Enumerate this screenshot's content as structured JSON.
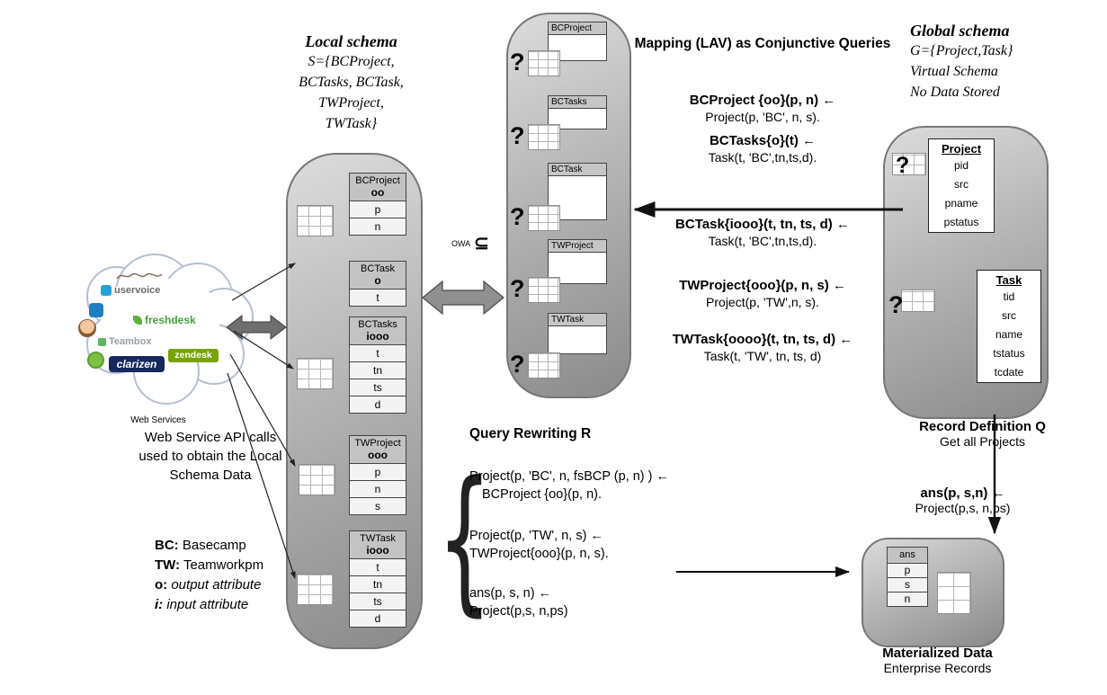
{
  "colors": {
    "panel_light": "#dcdcdc",
    "panel_dark": "#8a8a8a",
    "uservoice_blue": "#22a2dd",
    "freshdesk_green": "#45a041",
    "teambox_gray": "#9aa0a6",
    "clarizen_navy": "#16295c",
    "zendesk_green": "#78a300"
  },
  "cloud": {
    "caption": "Web Services",
    "logos": {
      "uservoice": "uservoice",
      "freshdesk": "freshdesk",
      "teambox": "Teambox",
      "clarizen": "clarizen",
      "zendesk": "zendesk"
    }
  },
  "left_panel": {
    "api_text": "Web Service API calls used to obtain the Local Schema Data",
    "legend": [
      {
        "term": "BC:",
        "desc": "Basecamp"
      },
      {
        "term": "TW:",
        "desc": "Teamworkpm"
      },
      {
        "term": "o:",
        "desc": "output attribute"
      },
      {
        "term": "i:",
        "desc": "input attribute"
      }
    ]
  },
  "local_schema": {
    "title": "Local schema",
    "subtitle_lines": [
      "S={BCProject,",
      "BCTasks, BCTask,",
      "TWProject,",
      "TWTask}"
    ],
    "tables": [
      {
        "name": "BCProject",
        "attrs": "oo",
        "rows": [
          "p",
          "n"
        ]
      },
      {
        "name": "BCTask",
        "attrs": "o",
        "rows": [
          "t"
        ]
      },
      {
        "name": "BCTasks",
        "attrs": "iooo",
        "rows": [
          "t",
          "tn",
          "ts",
          "d"
        ]
      },
      {
        "name": "TWProject",
        "attrs": "ooo",
        "rows": [
          "p",
          "n",
          "s"
        ]
      },
      {
        "name": "TWTask",
        "attrs": "iooo",
        "rows": [
          "t",
          "tn",
          "ts",
          "d"
        ]
      }
    ]
  },
  "owa": {
    "label": "OWA",
    "symbol": "⊆"
  },
  "middle_panel": {
    "qmark": "?",
    "tables": [
      "BCProject",
      "BCTasks",
      "BCTask",
      "TWProject",
      "TWTask"
    ]
  },
  "mapping": {
    "title": "Mapping (LAV) as Conjunctive Queries",
    "queries": [
      {
        "head": "BCProject {oo}(p, n)  ←",
        "body": "Project(p,  'BC', n, s)."
      },
      {
        "head": "BCTasks{o}(t) ←",
        "body": "Task(t, 'BC',tn,ts,d)."
      },
      {
        "head": "BCTask{iooo}(t, tn, ts, d)  ←",
        "body": "Task(t, 'BC',tn,ts,d)."
      },
      {
        "head": "TWProject{ooo}(p, n, s) ←",
        "body": "Project(p,  'TW',n, s)."
      },
      {
        "head": "TWTask{oooo}(t, tn, ts, d)  ←",
        "body": "Task(t, 'TW', tn, ts, d)"
      }
    ]
  },
  "global_schema": {
    "title": "Global schema",
    "subtitle_lines": [
      "G={Project,Task}",
      "Virtual Schema",
      "No Data Stored"
    ],
    "qmark": "?",
    "tables": [
      {
        "name": "Project",
        "rows": [
          "pid",
          "src",
          "pname",
          "pstatus"
        ]
      },
      {
        "name": "Task",
        "rows": [
          "tid",
          "src",
          "name",
          "tstatus",
          "tcdate"
        ]
      }
    ]
  },
  "record_definition": {
    "title": "Record Definition Q",
    "subtitle": "Get all Projects",
    "ans_head": "ans(p, s,n) ←",
    "ans_body": "Project(p,s, n,ps)"
  },
  "query_rewriting": {
    "title": "Query Rewriting R",
    "brace": "{",
    "queries": [
      {
        "line1": "Project(p,  'BC', n, fsBCP (p, n) )  ←",
        "line2": "BCProject {oo}(p, n)."
      },
      {
        "line1": "Project(p,  'TW', n, s) ←",
        "line2": "TWProject{ooo}(p, n, s)."
      },
      {
        "line1": "ans(p, s, n) ←",
        "line2": "Project(p,s, n,ps)"
      }
    ]
  },
  "materialized": {
    "title": "Materialized Data",
    "subtitle": "Enterprise Records",
    "table": {
      "name": "ans",
      "rows": [
        "p",
        "s",
        "n"
      ]
    }
  }
}
